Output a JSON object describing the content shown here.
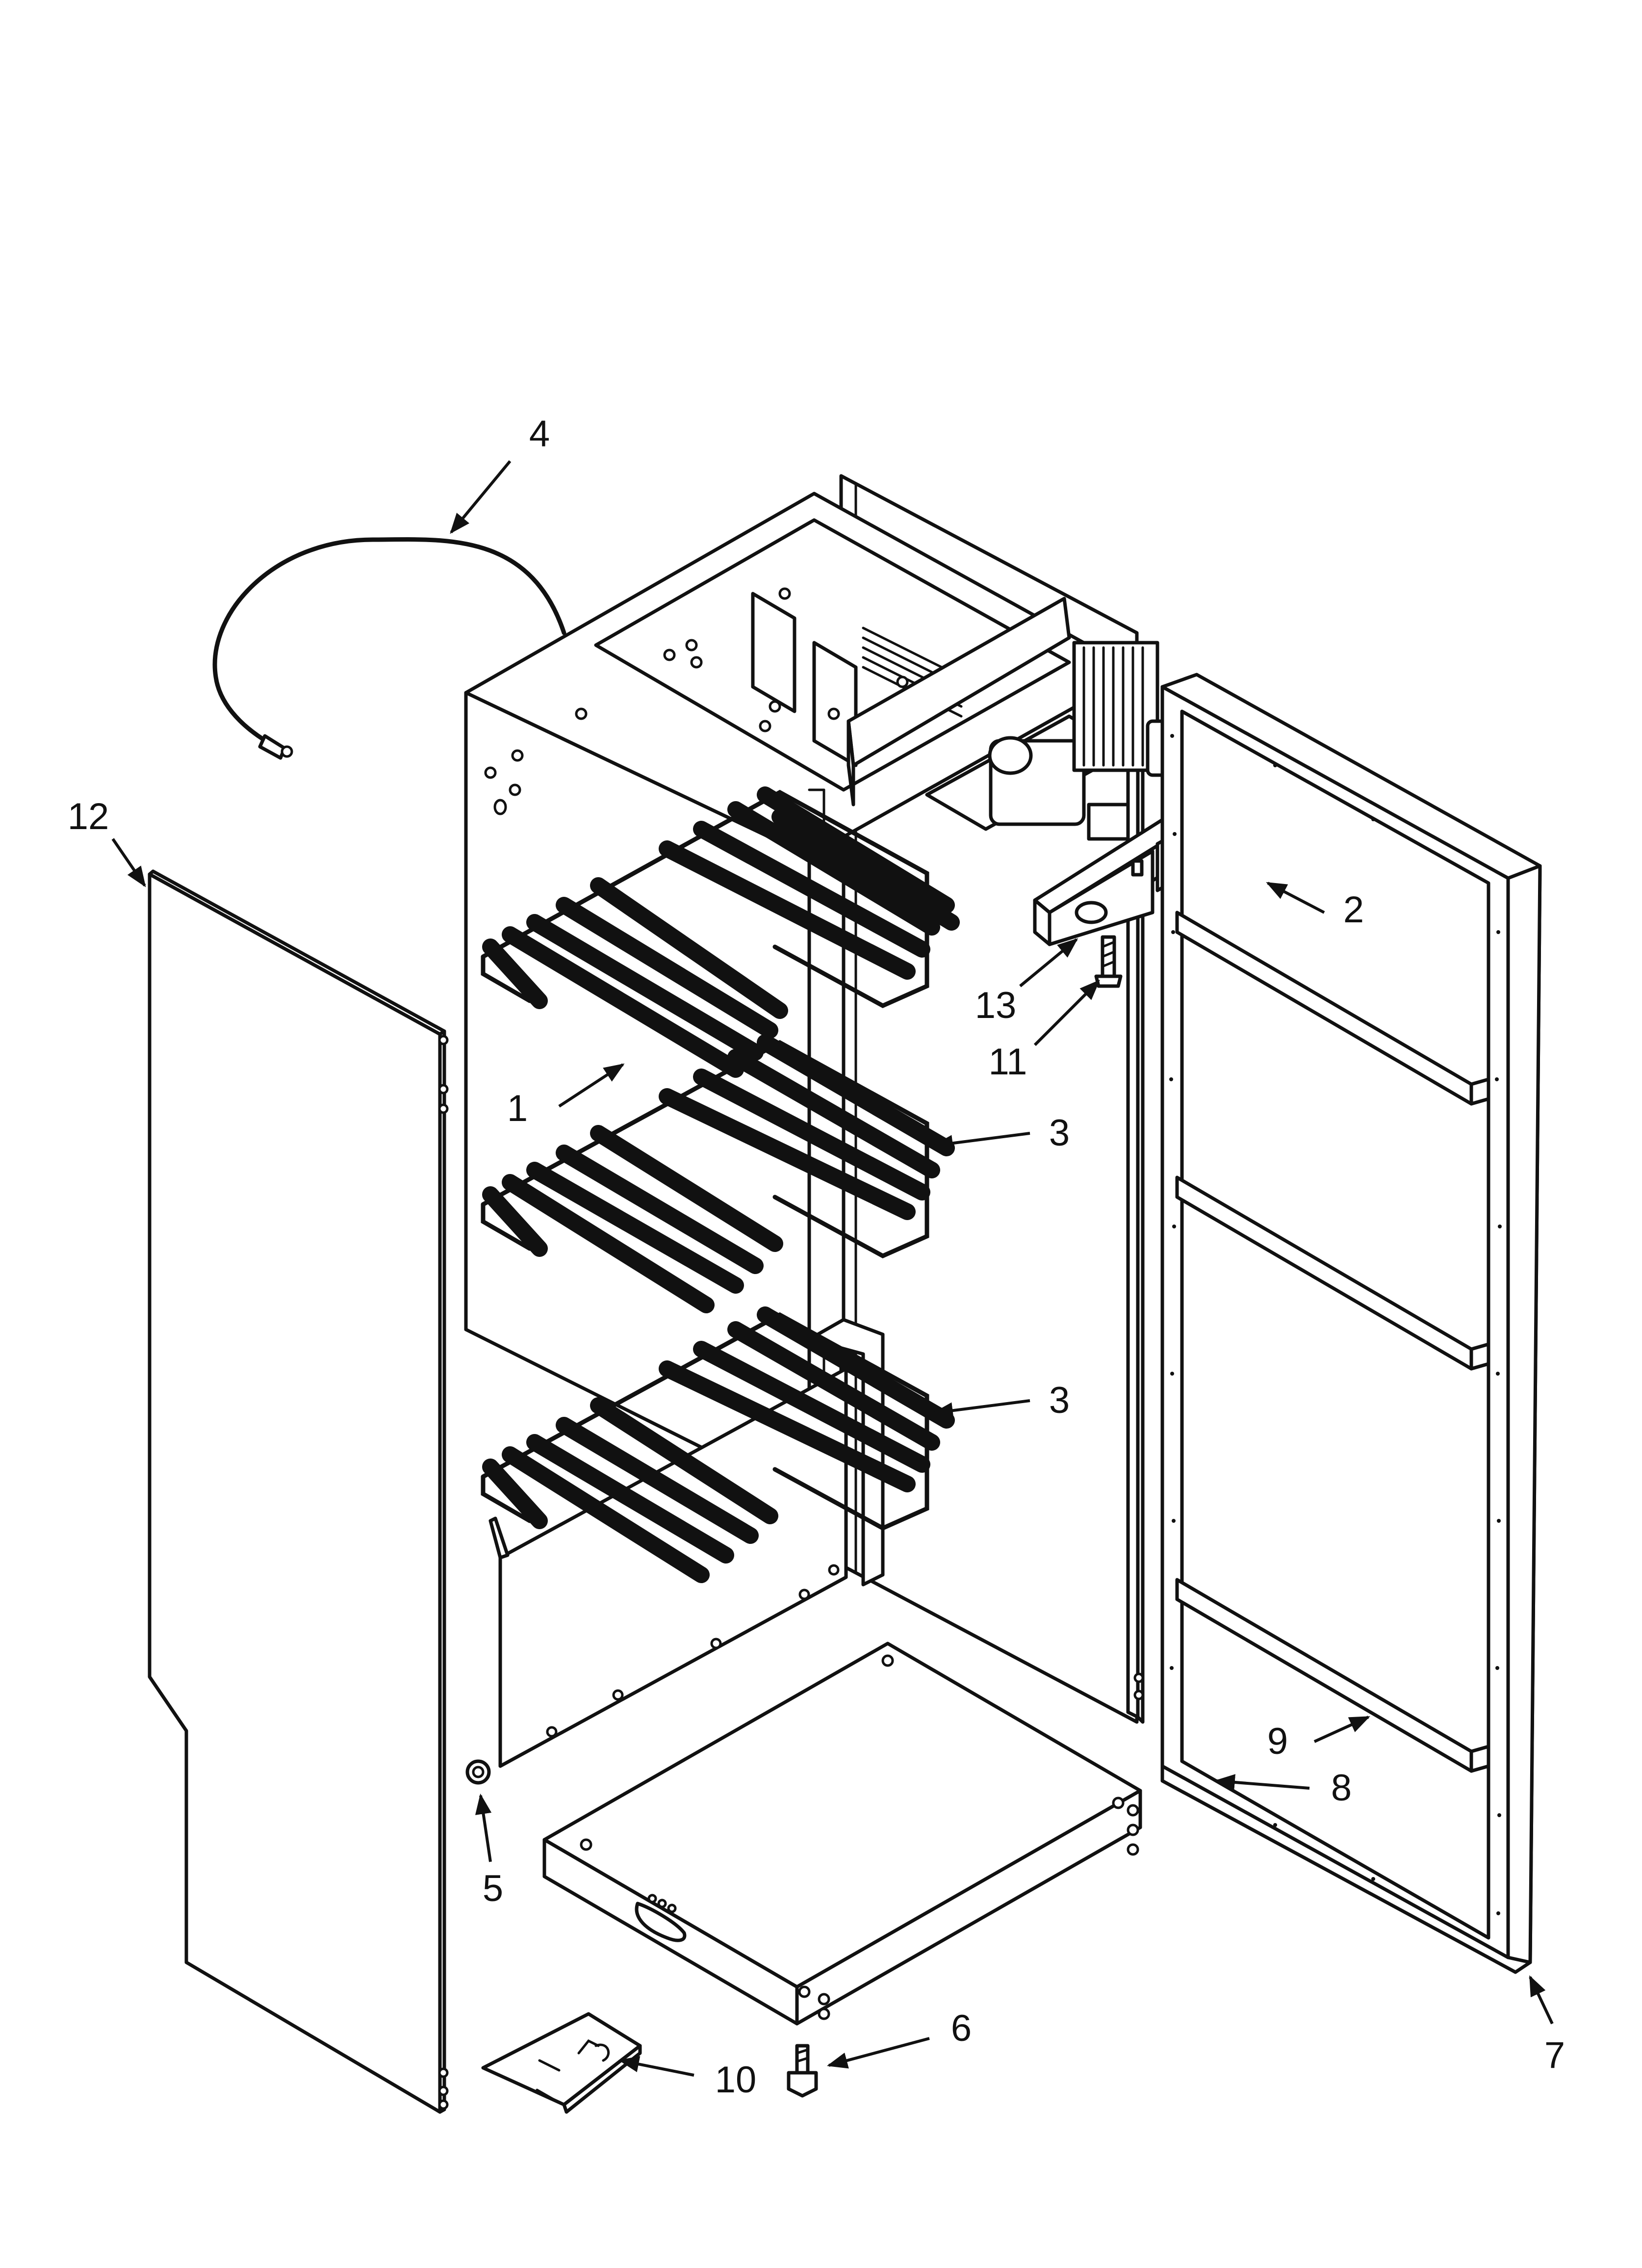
{
  "callouts": [
    {
      "id": "1",
      "label": "1"
    },
    {
      "id": "2",
      "label": "2"
    },
    {
      "id": "3a",
      "label": "3"
    },
    {
      "id": "3b",
      "label": "3"
    },
    {
      "id": "4",
      "label": "4"
    },
    {
      "id": "5",
      "label": "5"
    },
    {
      "id": "6",
      "label": "6"
    },
    {
      "id": "7",
      "label": "7"
    },
    {
      "id": "8",
      "label": "8"
    },
    {
      "id": "9",
      "label": "9"
    },
    {
      "id": "10",
      "label": "10"
    },
    {
      "id": "11",
      "label": "11"
    },
    {
      "id": "12",
      "label": "12"
    },
    {
      "id": "13",
      "label": "13"
    }
  ],
  "colors": {
    "line": "#111111",
    "background": "#ffffff"
  }
}
